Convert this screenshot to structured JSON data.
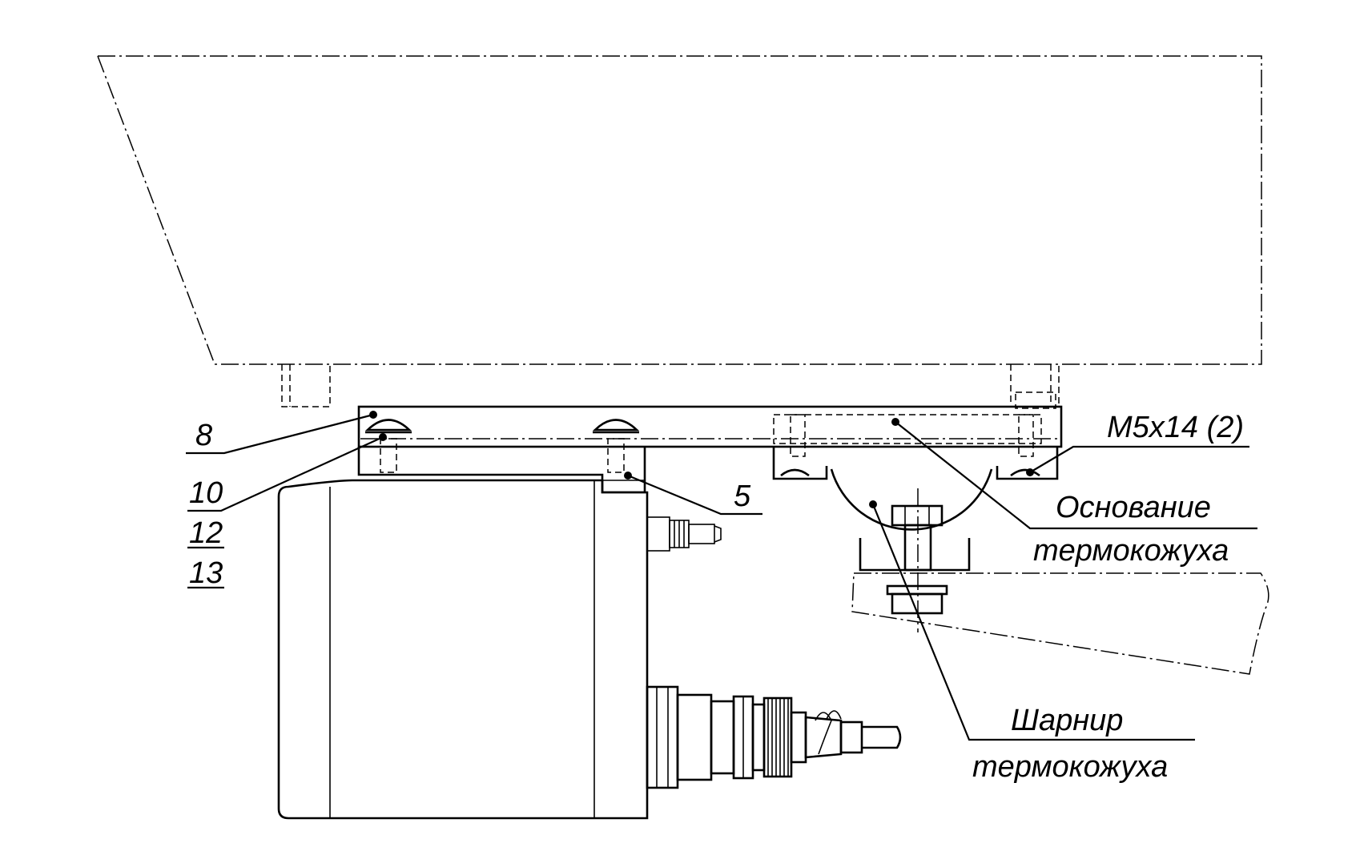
{
  "labels": {
    "pos_8": "8",
    "pos_10": "10",
    "pos_12": "12",
    "pos_13": "13",
    "pos_5": "5",
    "bolt": "M5x14 (2)",
    "base_line1": "Основание",
    "base_line2": "термокожуха",
    "hinge_line1": "Шарнир",
    "hinge_line2": "термокожуха"
  }
}
